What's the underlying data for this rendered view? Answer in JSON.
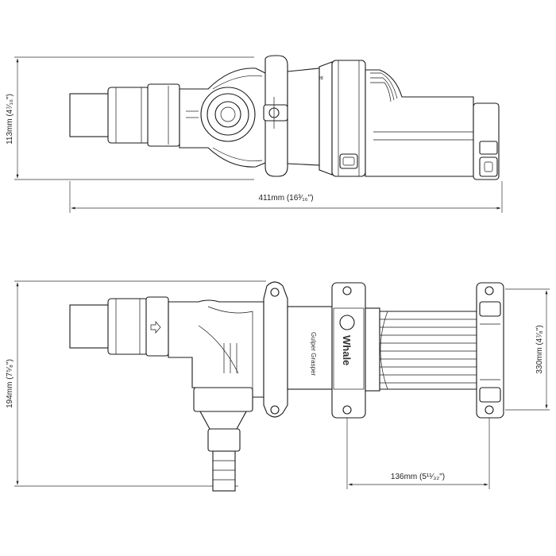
{
  "top_view": {
    "dim_height": "113mm (4⁷⁄₁₆\")",
    "dim_length": "411mm (16³⁄₁₆\")"
  },
  "bottom_view": {
    "dim_height": "194mm (7⁵⁄₈\")",
    "dim_mount_height": "330mm (4⁷⁄₈\")",
    "dim_mount_spacing": "136mm (5¹¹⁄₃₂\")",
    "brand_label": "Whale",
    "model_label": "Gulper Grasper"
  },
  "colors": {
    "line": "#1a1a1a",
    "background": "#ffffff"
  }
}
